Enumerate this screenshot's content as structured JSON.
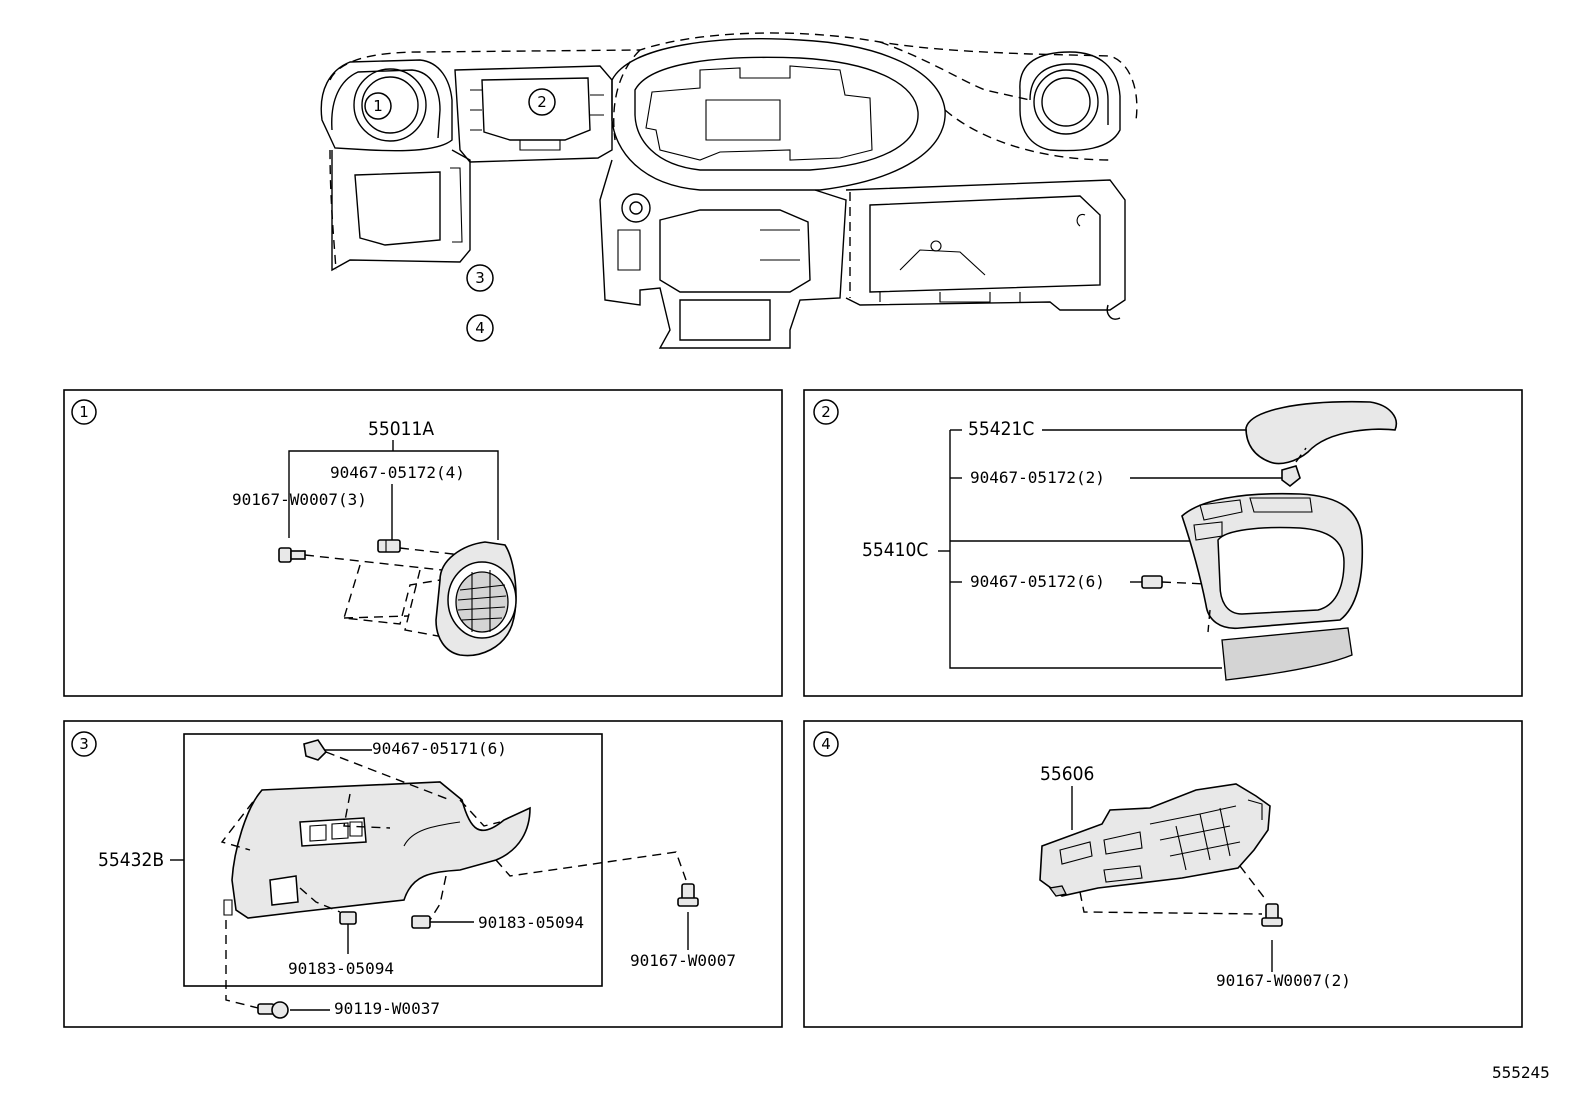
{
  "overview": {
    "callouts": [
      "1",
      "2",
      "3",
      "4"
    ]
  },
  "panels": [
    {
      "number": "1",
      "parts": [
        {
          "id": "p1a",
          "label": "55011A"
        },
        {
          "id": "p1b",
          "label": "90467-05172(4)"
        },
        {
          "id": "p1c",
          "label": "90167-W0007(3)"
        }
      ]
    },
    {
      "number": "2",
      "parts": [
        {
          "id": "p2a",
          "label": "55421C"
        },
        {
          "id": "p2b",
          "label": "90467-05172(2)"
        },
        {
          "id": "p2c",
          "label": "55410C"
        },
        {
          "id": "p2d",
          "label": "90467-05172(6)"
        }
      ]
    },
    {
      "number": "3",
      "parts": [
        {
          "id": "p3a",
          "label": "90467-05171(6)"
        },
        {
          "id": "p3b",
          "label": "55432B"
        },
        {
          "id": "p3c",
          "label": "90183-05094"
        },
        {
          "id": "p3d",
          "label": "90183-05094"
        },
        {
          "id": "p3e",
          "label": "90167-W0007"
        },
        {
          "id": "p3f",
          "label": "90119-W0037"
        }
      ]
    },
    {
      "number": "4",
      "parts": [
        {
          "id": "p4a",
          "label": "55606"
        },
        {
          "id": "p4b",
          "label": "90167-W0007(2)"
        }
      ]
    }
  ],
  "diagram_id": "555245"
}
